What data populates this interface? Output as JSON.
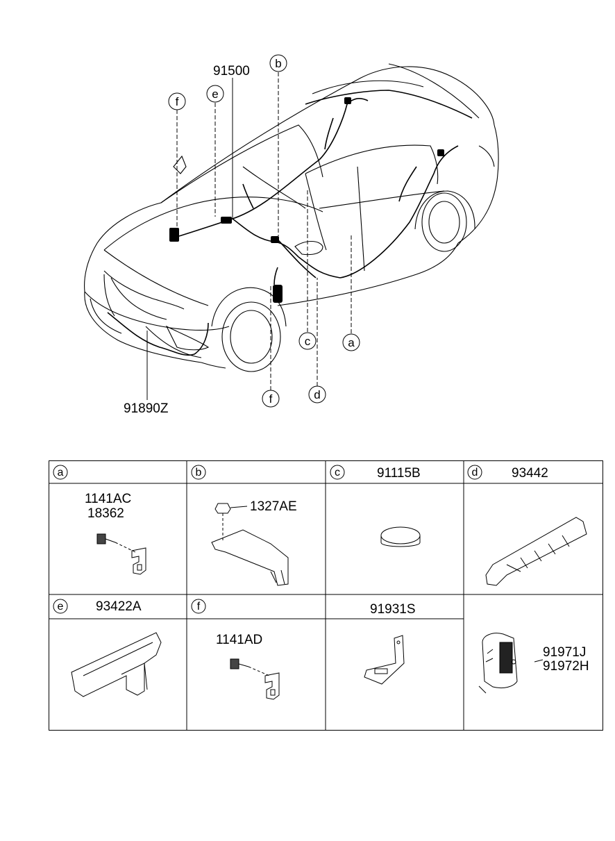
{
  "main_labels": {
    "harness_main": "91500",
    "harness_front": "91890Z"
  },
  "callouts": [
    "a",
    "b",
    "c",
    "d",
    "e",
    "f"
  ],
  "table": {
    "cells": [
      {
        "letter": "a",
        "header": "",
        "parts": [
          "1141AC",
          "18362"
        ]
      },
      {
        "letter": "b",
        "header": "",
        "parts": [
          "1327AE"
        ]
      },
      {
        "letter": "c",
        "header": "91115B",
        "parts": []
      },
      {
        "letter": "d",
        "header": "93442",
        "parts": []
      },
      {
        "letter": "e",
        "header": "93422A",
        "parts": []
      },
      {
        "letter": "f",
        "header": "",
        "parts": [
          "1141AD"
        ]
      },
      {
        "letter": "",
        "header": "91931S",
        "parts": []
      },
      {
        "letter": "",
        "header": "",
        "parts": [
          "91971J",
          "91972H"
        ]
      }
    ]
  }
}
